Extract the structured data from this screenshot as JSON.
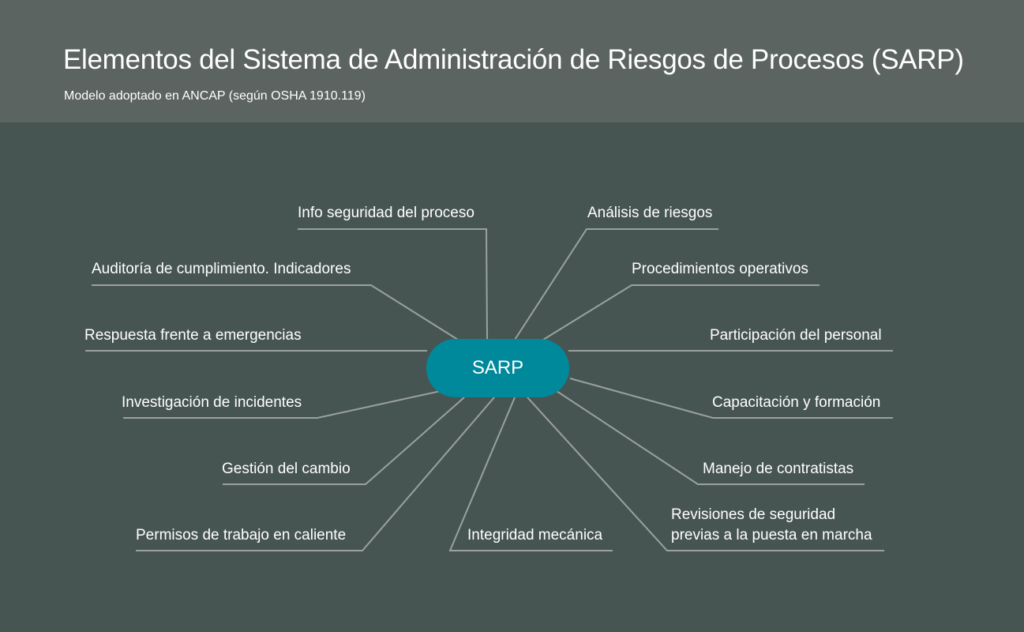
{
  "header": {
    "title": "Elementos del Sistema de Administración de Riesgos de Procesos (SARP)",
    "subtitle": "Modelo adoptado en ANCAP (según OSHA 1910.119)"
  },
  "hub": {
    "label": "SARP"
  },
  "elements": {
    "info_seguridad": "Info seguridad del proceso",
    "auditoria": "Auditoría de cumplimiento. Indicadores",
    "respuesta": "Respuesta frente a emergencias",
    "investigacion": "Investigación de incidentes",
    "gestion_cambio": "Gestión del cambio",
    "permisos": "Permisos de trabajo en caliente",
    "integridad": "Integridad mecánica",
    "analisis": "Análisis de riesgos",
    "procedimientos": "Procedimientos operativos",
    "participacion": "Participación del personal",
    "capacitacion": "Capacitación y formación",
    "contratistas": "Manejo de contratistas",
    "revisiones_l1": "Revisiones de seguridad",
    "revisiones_l2": "previas a la puesta en marcha"
  },
  "colors": {
    "background": "#475552",
    "header": "#5b6461",
    "hub": "#00899b",
    "lines": "#9aa19f",
    "text": "#ffffff"
  }
}
